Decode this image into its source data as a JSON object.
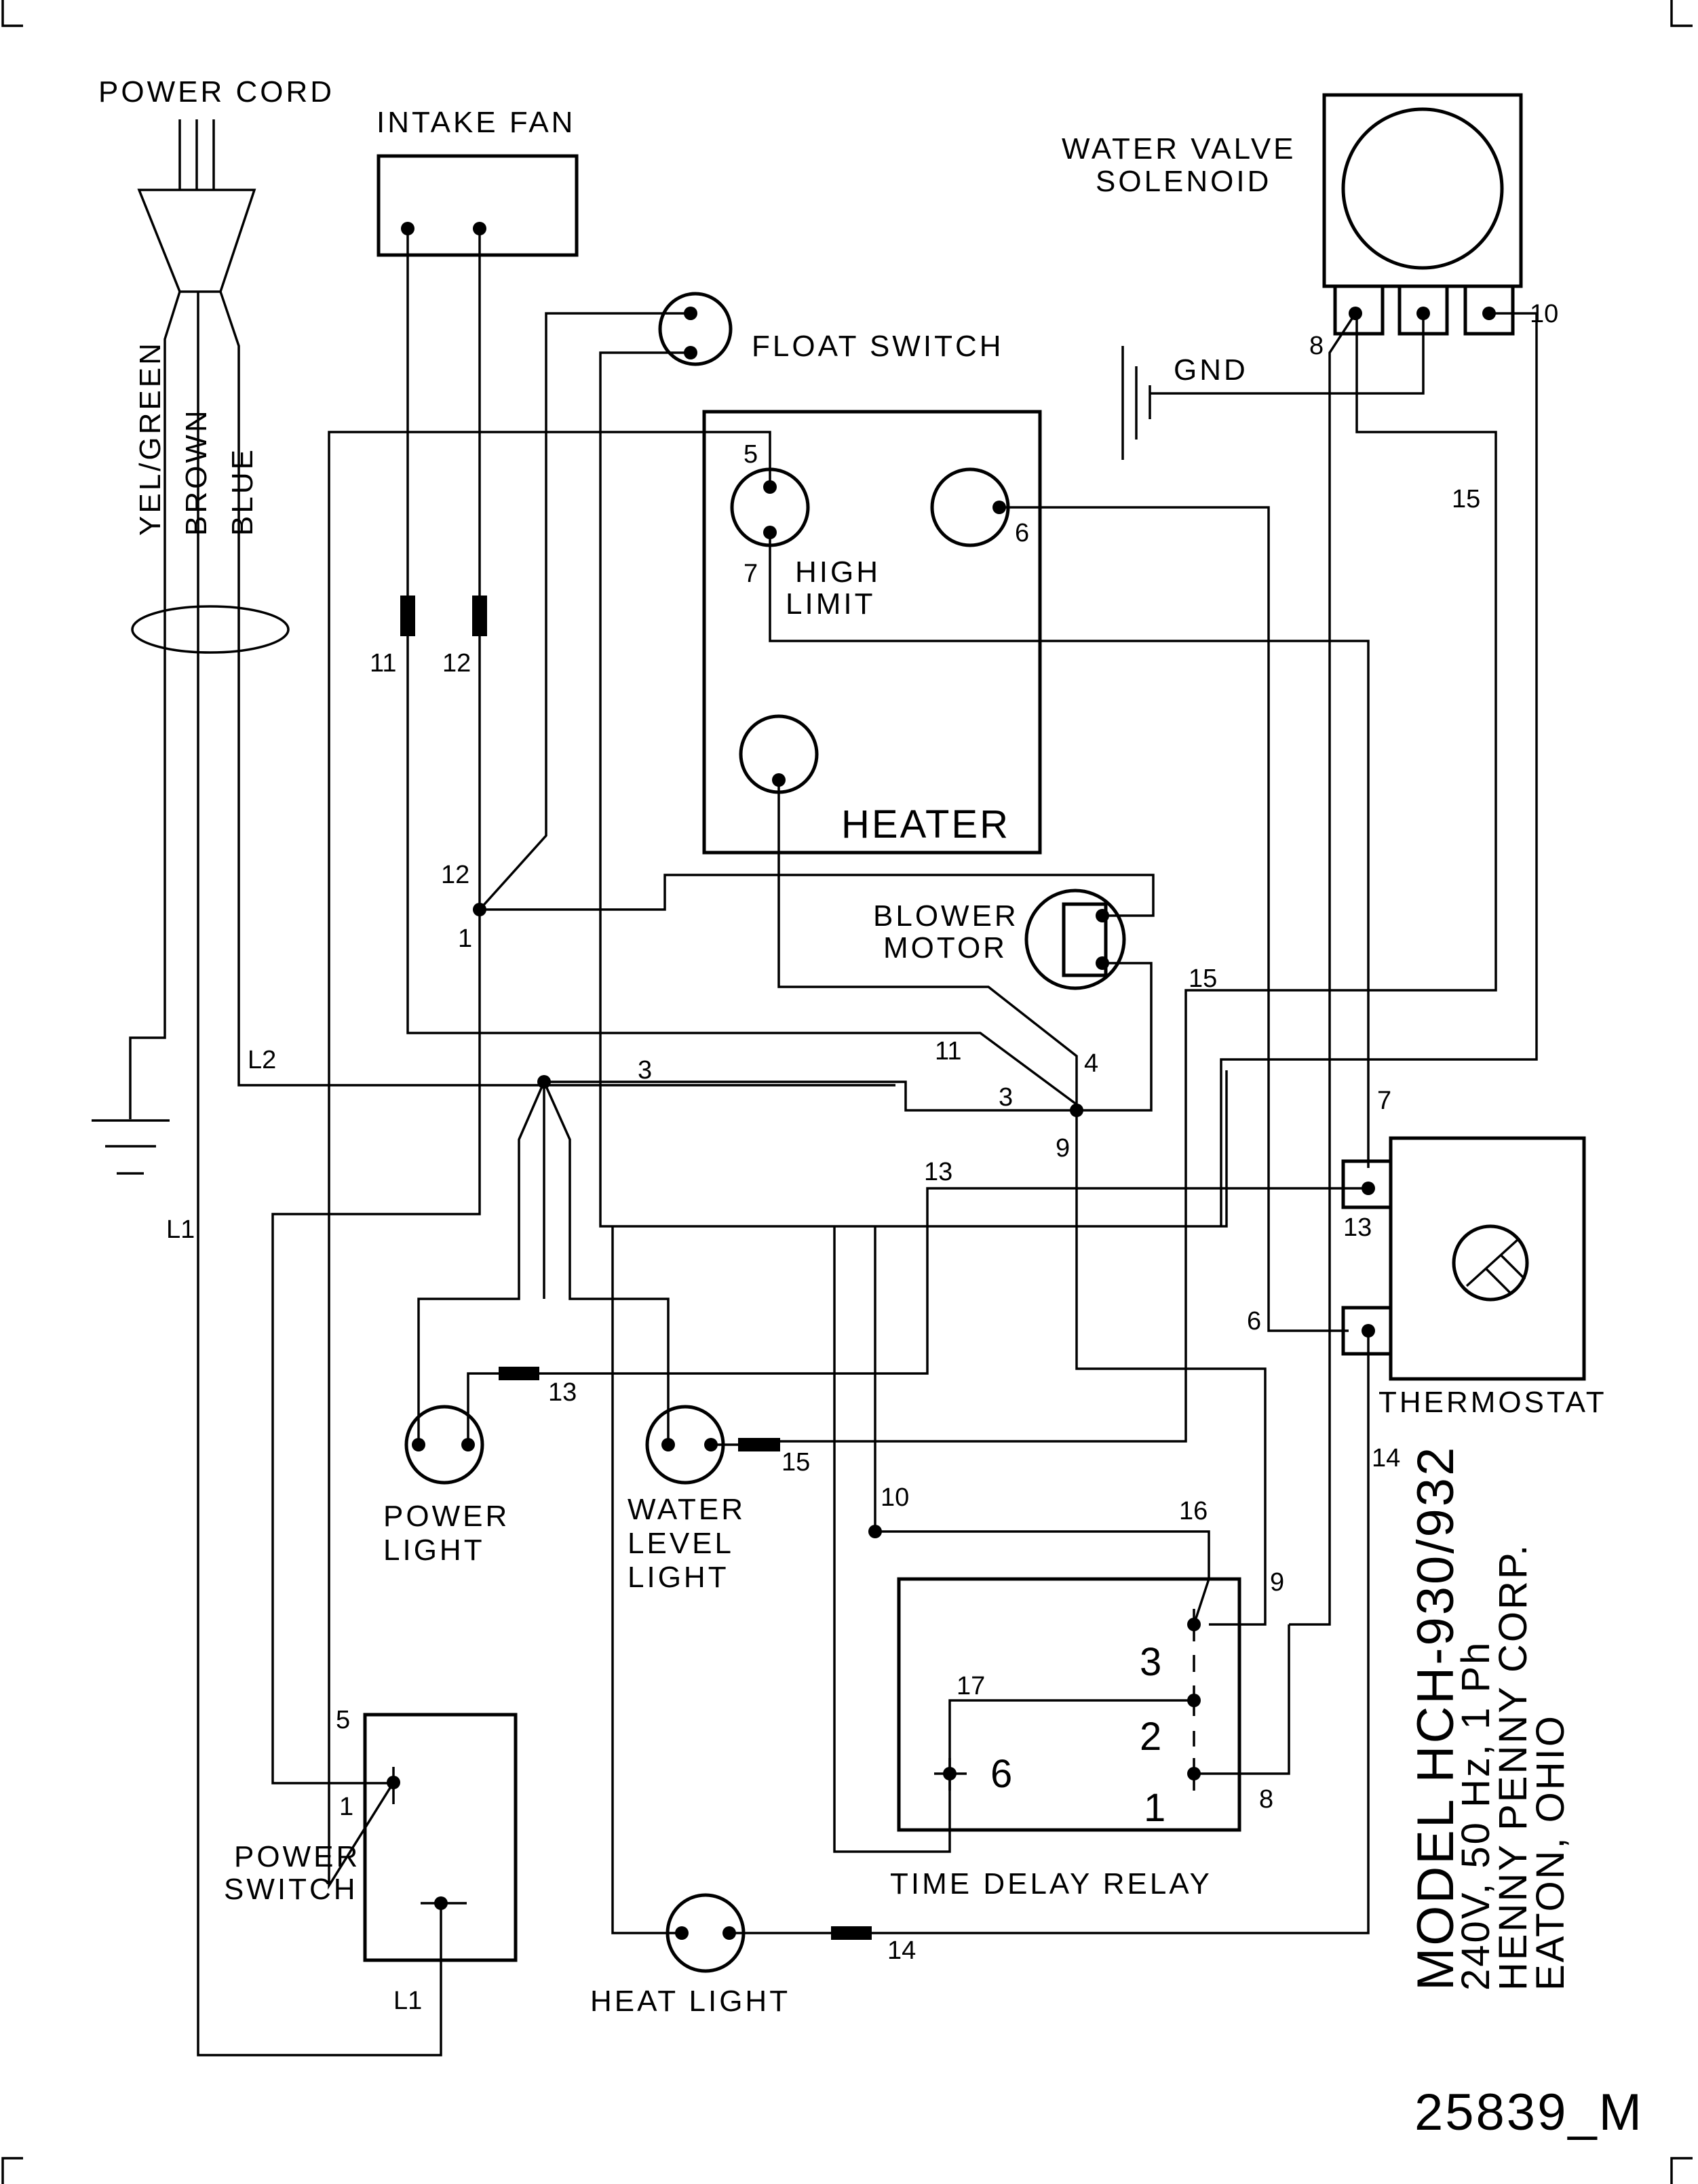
{
  "labels": {
    "power_cord": "POWER CORD",
    "intake_fan": "INTAKE FAN",
    "float_switch": "FLOAT SWITCH",
    "water_valve_1": "WATER VALVE",
    "water_valve_2": "SOLENOID",
    "gnd": "GND",
    "yel_green": "YEL/GREEN",
    "brown": "BROWN",
    "blue": "BLUE",
    "high_limit_1": "HIGH",
    "high_limit_2": "LIMIT",
    "heater": "HEATER",
    "blower_1": "BLOWER",
    "blower_2": "MOTOR",
    "thermostat": "THERMOSTAT",
    "power_light_1": "POWER",
    "power_light_2": "LIGHT",
    "water_level_1": "WATER",
    "water_level_2": "LEVEL",
    "water_level_3": "LIGHT",
    "time_delay_relay": "TIME DELAY RELAY",
    "power_switch_1": "POWER",
    "power_switch_2": "SWITCH",
    "heat_light": "HEAT LIGHT",
    "l1": "L1",
    "l2": "L2",
    "drawing_number": "25839_M"
  },
  "model_block": {
    "line1": "MODEL HCH-930/932",
    "line2": "240V, 50 Hz, 1 Ph",
    "line3": "HENNY PENNY CORP.",
    "line4": "EATON, OHIO"
  },
  "wire_numbers": {
    "w3a": "3",
    "w3b": "3",
    "w4": "4",
    "w5": "5",
    "w5b": "5",
    "w6": "6",
    "w6b": "6",
    "w7": "7",
    "w7b": "7",
    "w8": "8",
    "w8b": "8",
    "w9": "9",
    "w9b": "9",
    "w10": "10",
    "w10b": "10",
    "w11": "11",
    "w11b": "11",
    "w12": "12",
    "w12b": "12",
    "w13": "13",
    "w13b": "13",
    "w13c": "13",
    "w14": "14",
    "w14b": "14",
    "w15": "15",
    "w15b": "15",
    "w15c": "15",
    "w16": "16",
    "w17": "17",
    "w1": "1",
    "w1b": "1"
  },
  "relay_terminals": {
    "t1": "1",
    "t2": "2",
    "t3": "3",
    "t6": "6"
  }
}
